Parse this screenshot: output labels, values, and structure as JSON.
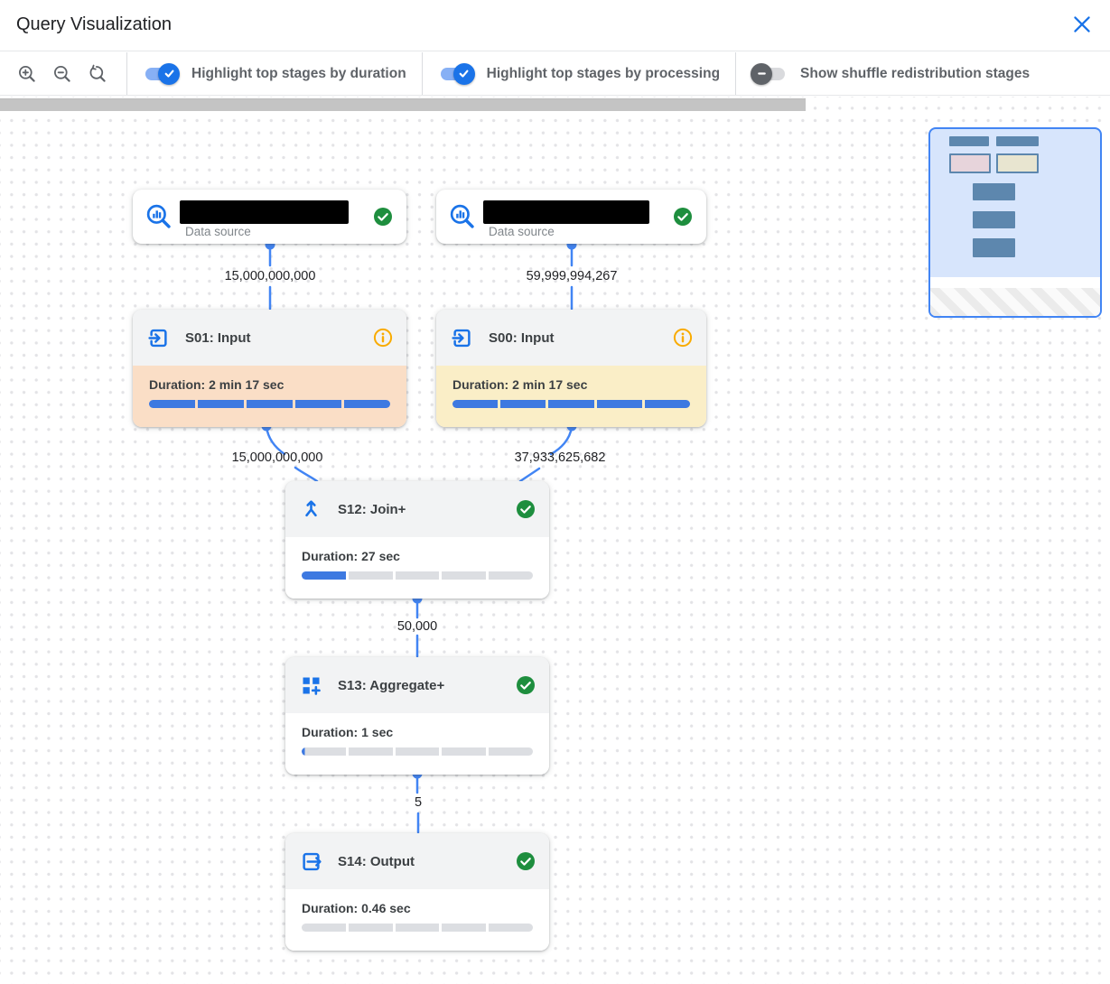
{
  "header": {
    "title": "Query Visualization",
    "close_icon": "close-icon"
  },
  "toolbar": {
    "zoom_icons": [
      "zoom-in-icon",
      "zoom-out-icon",
      "zoom-reset-icon"
    ],
    "toggles": [
      {
        "label": "Highlight top stages by duration",
        "state": "on"
      },
      {
        "label": "Highlight top stages by processing",
        "state": "on"
      },
      {
        "label": "Show shuffle redistribution stages",
        "state": "off"
      }
    ]
  },
  "graph": {
    "nodes": [
      {
        "id": "data-source-1",
        "kind": "data-source",
        "label": "Data source",
        "status": "completed",
        "name_redacted": true
      },
      {
        "id": "data-source-2",
        "kind": "data-source",
        "label": "Data source",
        "status": "completed",
        "name_redacted": true
      },
      {
        "id": "S01",
        "title": "S01: Input",
        "duration": "Duration: 2 min 17 sec",
        "progress": 1,
        "status": "info",
        "highlight": "#fadec6"
      },
      {
        "id": "S00",
        "title": "S00: Input",
        "duration": "Duration: 2 min 17 sec",
        "progress": 1,
        "status": "info",
        "highlight": "#faeec7"
      },
      {
        "id": "S12",
        "title": "S12: Join+",
        "duration": "Duration: 27 sec",
        "progress": 0.2,
        "status": "completed",
        "highlight": "#ffffff"
      },
      {
        "id": "S13",
        "title": "S13: Aggregate+",
        "duration": "Duration: 1 sec",
        "progress": 0.015,
        "status": "completed",
        "highlight": "#ffffff"
      },
      {
        "id": "S14",
        "title": "S14: Output",
        "duration": "Duration: 0.46 sec",
        "progress": 0,
        "status": "completed",
        "highlight": "#ffffff"
      }
    ],
    "edges": [
      {
        "from": "data-source-1",
        "to": "S01",
        "label": "15,000,000,000"
      },
      {
        "from": "data-source-2",
        "to": "S00",
        "label": "59,999,994,267"
      },
      {
        "from": "S01",
        "to": "S12",
        "label": "15,000,000,000"
      },
      {
        "from": "S00",
        "to": "S12",
        "label": "37,933,625,682"
      },
      {
        "from": "S12",
        "to": "S13",
        "label": "50,000"
      },
      {
        "from": "S13",
        "to": "S14",
        "label": "5"
      }
    ]
  },
  "colors": {
    "accent_blue": "#1a73e8",
    "edge_blue": "#4285f4",
    "success_green": "#1e8e3e",
    "warning_orange": "#f9ab00",
    "progress_fill": "#3d79e1",
    "progress_empty": "#dcdee2",
    "duration_highlight": "#fadec6",
    "processing_highlight": "#faeec7"
  }
}
